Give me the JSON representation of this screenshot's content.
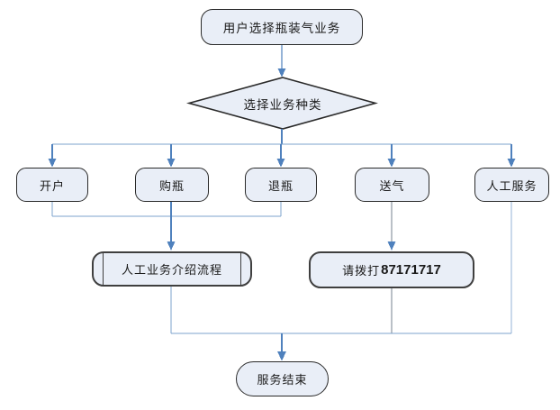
{
  "nodes": {
    "start": "用户选择瓶装气业务",
    "decision": "选择业务种类",
    "branches": [
      "开户",
      "购瓶",
      "退瓶",
      "送气",
      "人工服务"
    ],
    "intro_process": "人工业务介绍流程",
    "call_prefix": "请拨打",
    "call_number": "87171717",
    "end": "服务结束"
  },
  "colors": {
    "node_fill": "#e9eef7",
    "node_border": "#2a2a2a",
    "subprocess_border": "#3f3f3f",
    "connector_strong": "#4f81bd",
    "connector_mid": "#7da3cd",
    "connector_light": "#95b3d7",
    "connector_gray": "#76828f",
    "text": "#1a1a1a"
  }
}
